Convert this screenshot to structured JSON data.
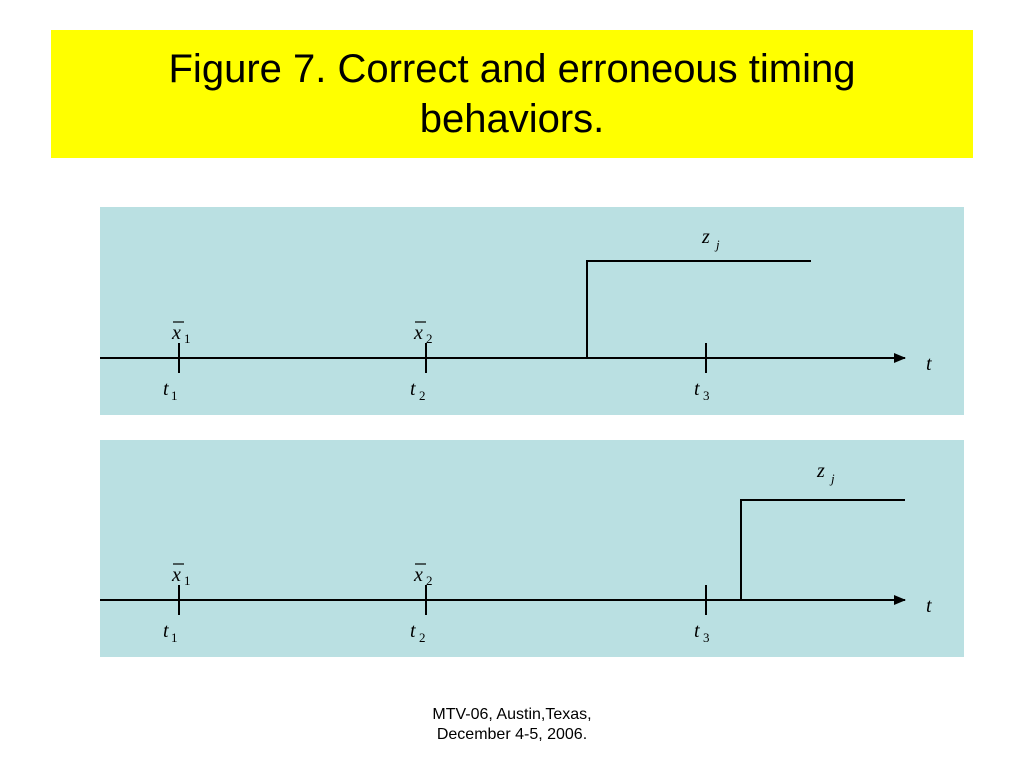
{
  "slide": {
    "title": "Figure 7. Correct and erroneous timing behaviors.",
    "footer_line1": "MTV-06, Austin,Texas,",
    "footer_line2": "December 4-5, 2006."
  },
  "colors": {
    "title_background": "#ffff00",
    "panel_background": "#bae0e2",
    "line": "#000000"
  },
  "labels": {
    "axis": "t",
    "t_base": "t",
    "x_base": "x",
    "z_base": "z",
    "z_sub": "j",
    "sub_1": "1",
    "sub_2": "2",
    "sub_3": "3"
  }
}
